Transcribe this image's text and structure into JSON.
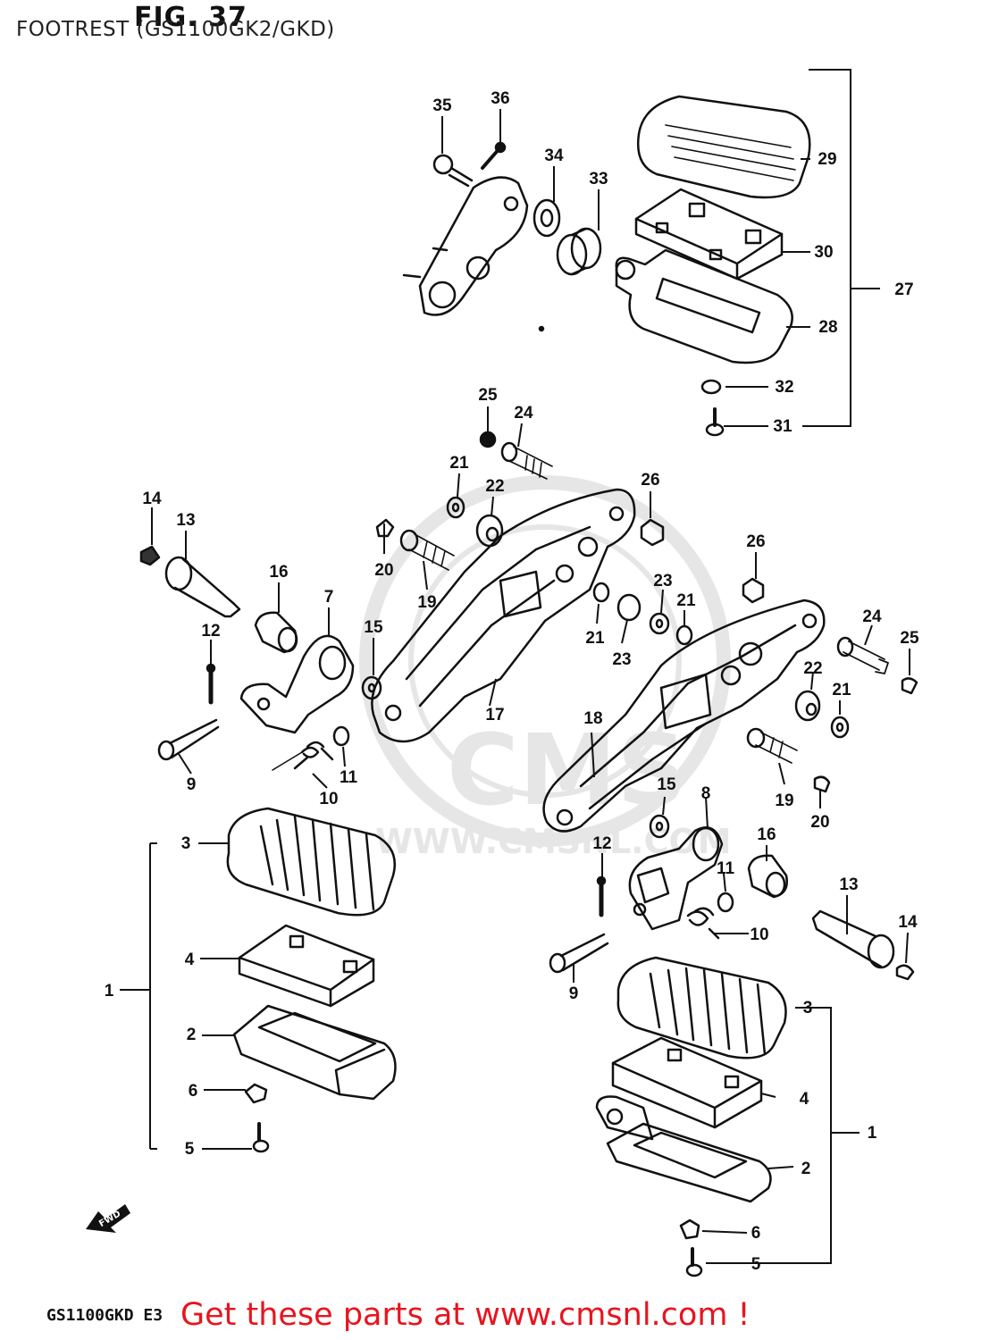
{
  "header": {
    "figure_label": "FIG. 37",
    "subtitle": "FOOTREST (GS1100GK2/GKD)"
  },
  "footer": {
    "model_code": "GS1100GKD E3",
    "promo": "Get these parts at www.cmsnl.com !"
  },
  "watermark": {
    "logo_text": "CMS",
    "url_text": "WWW.CMSNL.COM"
  },
  "direction_marker": "FWD",
  "callouts": [
    "1",
    "2",
    "3",
    "4",
    "5",
    "6",
    "7",
    "8",
    "9",
    "10",
    "11",
    "12",
    "13",
    "14",
    "15",
    "16",
    "17",
    "18",
    "19",
    "20",
    "21",
    "22",
    "23",
    "24",
    "25",
    "26",
    "27",
    "28",
    "29",
    "30",
    "31",
    "32",
    "33",
    "34",
    "35",
    "36"
  ],
  "colors": {
    "line": "#111111",
    "promo_text": "#e8141e",
    "watermark": "#e6e6e6"
  }
}
